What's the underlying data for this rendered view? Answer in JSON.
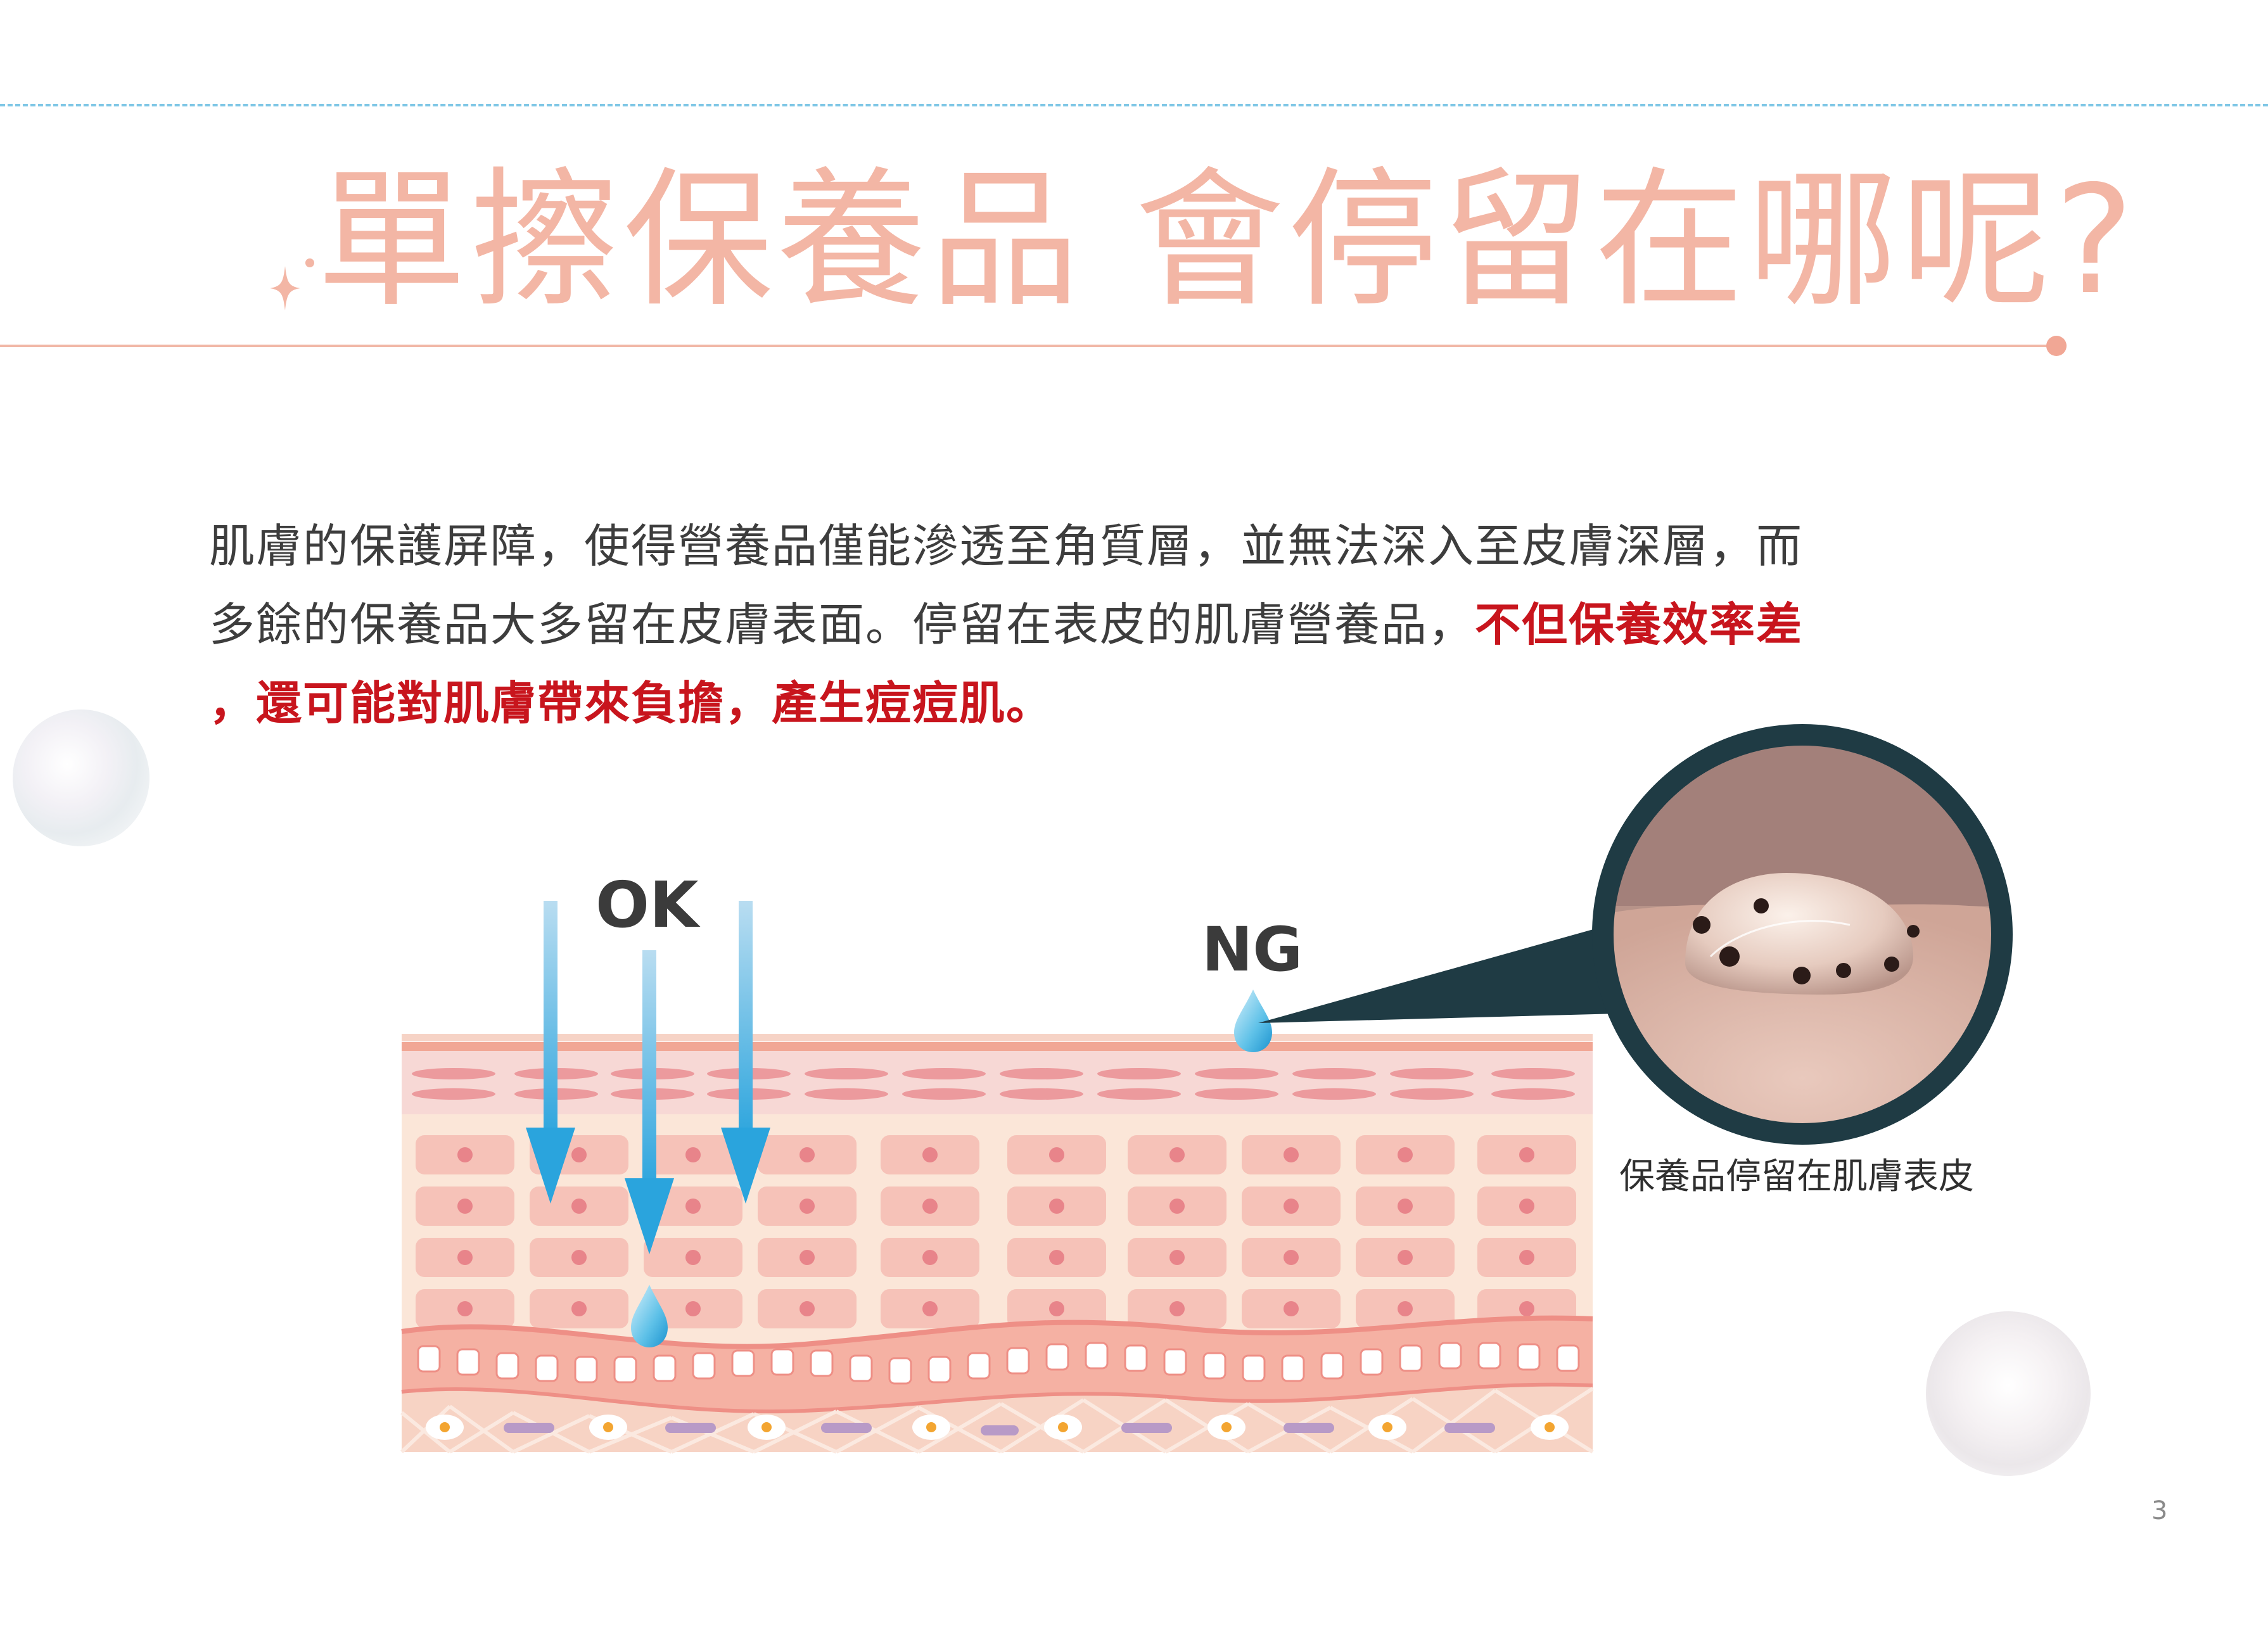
{
  "header": {
    "title": "單擦保養品 會停留在哪呢?"
  },
  "body": {
    "line1": "肌膚的保護屏障，使得營養品僅能滲透至角質層，並無法深入至皮膚深層，而",
    "line2_normal": "多餘的保養品大多留在皮膚表面。停留在表皮的肌膚營養品，",
    "line2_emph": "不但保養效率差",
    "line3_emph": "，還可能對肌膚帶來負擔，產生痘痘肌。"
  },
  "diagram": {
    "ok_label": "OK",
    "ng_label": "NG",
    "caption": "保養品停留在肌膚表皮"
  },
  "colors": {
    "title": "#f3b6a5",
    "emphasis": "#c8151d",
    "arrow": "#2aa4dd",
    "magnifier_ring": "#1f3b44"
  },
  "page": {
    "number": "3"
  }
}
